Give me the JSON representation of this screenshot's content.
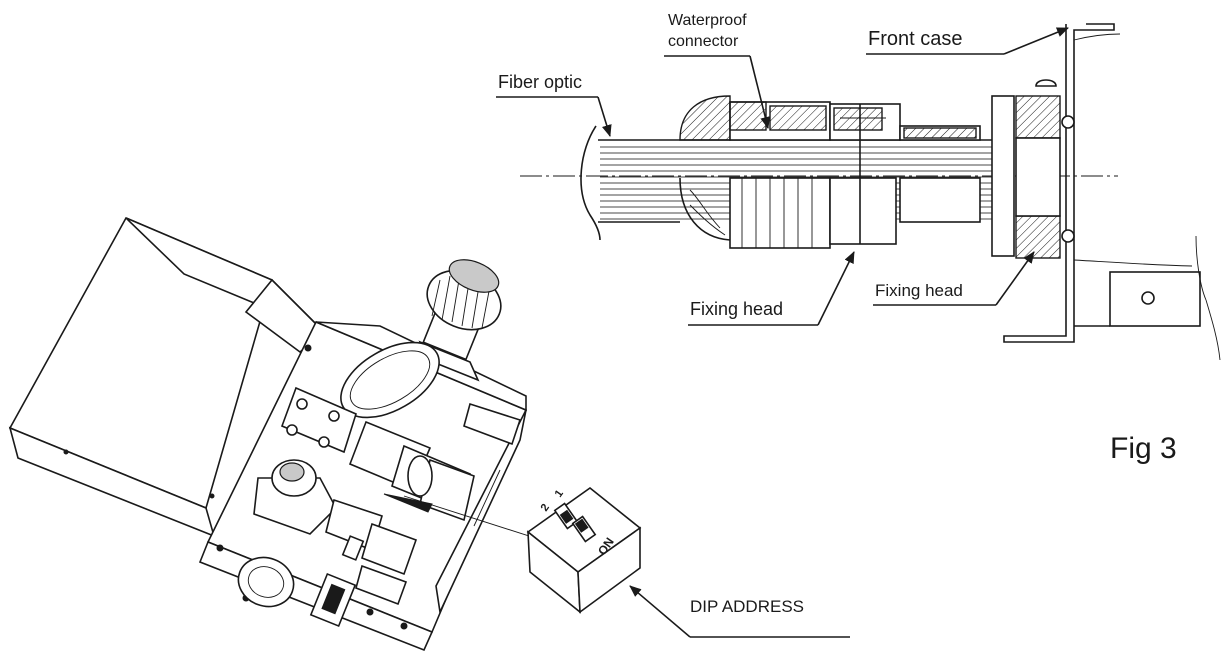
{
  "labels": {
    "waterproof_connector_line1": "Waterproof",
    "waterproof_connector_line2": "connector",
    "front_case": "Front case",
    "fiber_optic": "Fiber optic",
    "fixing_head_left": "Fixing head",
    "fixing_head_right": "Fixing head",
    "figure_number": "Fig 3",
    "dip_address": "DIP ADDRESS",
    "dip_switch_on": "ON",
    "dip_switch_num1": "1",
    "dip_switch_num2": "2"
  },
  "colors": {
    "ink": "#1a1a1a",
    "background": "#ffffff"
  }
}
